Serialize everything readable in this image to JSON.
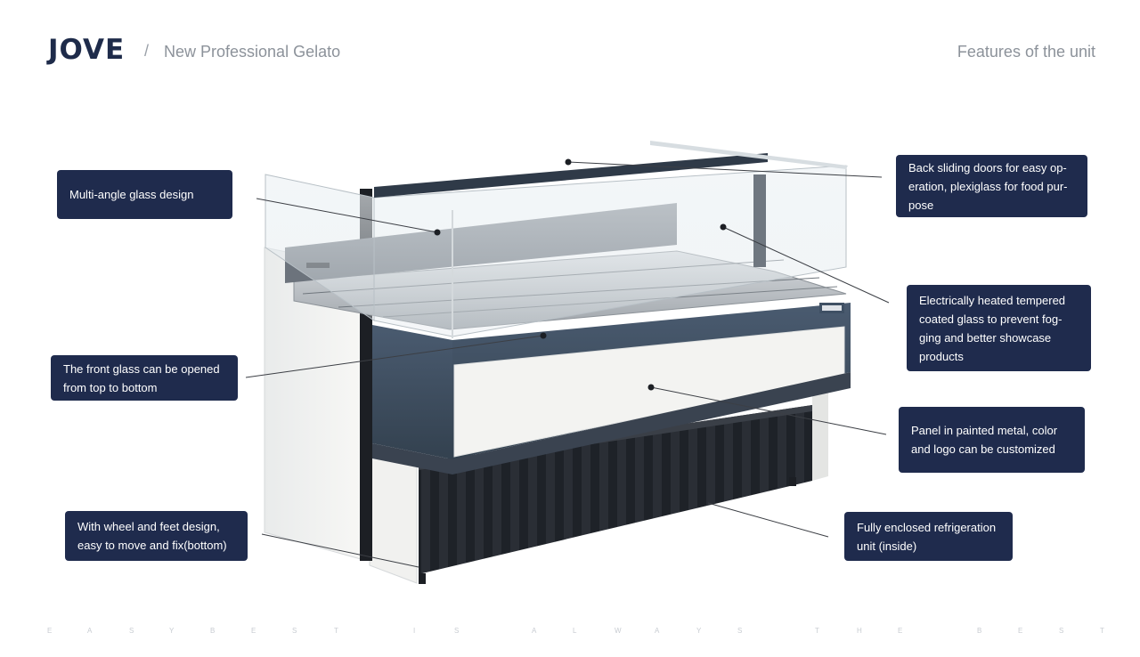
{
  "header": {
    "brand": "JOVE",
    "separator": "/",
    "subtitle": "New Professional Gelato",
    "section_title": "Features of the unit"
  },
  "callouts": [
    {
      "id": "glass",
      "text": "Multi-angle glass design"
    },
    {
      "id": "front",
      "text": "The front glass can be opened from top to bottom"
    },
    {
      "id": "wheel",
      "text": "With wheel and feet design, easy to move and fix(bottom)"
    },
    {
      "id": "doors",
      "text": "Back sliding doors for easy op-eration, plexiglass for food pur-pose"
    },
    {
      "id": "heated",
      "text": "Electrically heated tempered coated glass to prevent fog-ging and better showcase products"
    },
    {
      "id": "panel",
      "text": "Panel in painted metal, color and logo can be customized"
    },
    {
      "id": "refrig",
      "text": "Fully enclosed refrigeration unit (inside)"
    }
  ],
  "footer": {
    "letters": [
      "E",
      "A",
      "S",
      "Y",
      "B",
      "E",
      "S",
      "T",
      "I",
      "S",
      "A",
      "L",
      "W",
      "A",
      "Y",
      "S",
      "T",
      "H",
      "E",
      "B",
      "E",
      "S",
      "T"
    ]
  },
  "colors": {
    "navy": "#1f2b4d",
    "cabinet_blue": "#3f5064",
    "panel_white": "#f2f2f0",
    "grille": "#2b2f36"
  }
}
